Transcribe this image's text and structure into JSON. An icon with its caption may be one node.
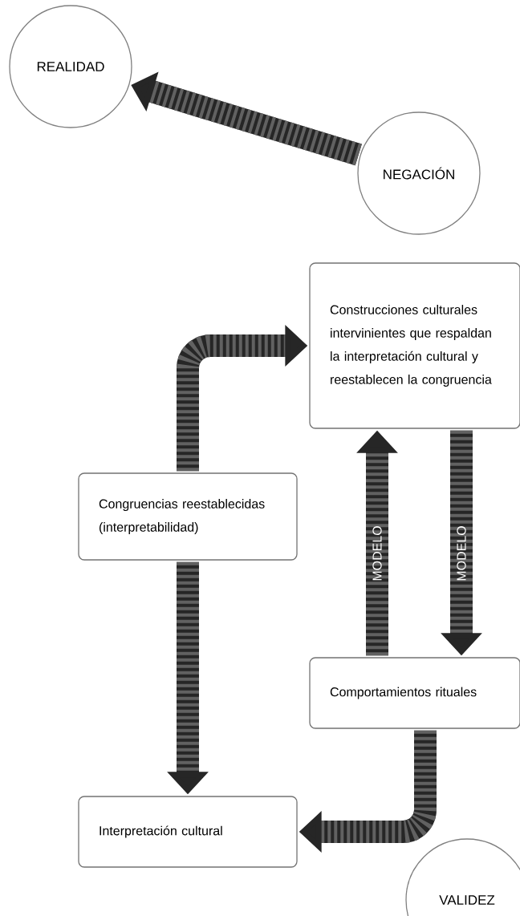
{
  "diagram": {
    "nodes": [
      {
        "text": [
          "REALIDAD"
        ]
      },
      {
        "text": [
          "NEGACIÓN"
        ]
      },
      {
        "text": [
          "Construcciones culturales intervinientes que respaldan la interpretación cultural y reestablecen la congruencia"
        ]
      },
      {
        "text": [
          "Congruencias reestablecidas (interpretabilidad)"
        ]
      },
      {
        "text": [
          "Comportamientos rituales"
        ]
      },
      {
        "text": [
          "Interpretación cultural"
        ]
      },
      {
        "text": [
          "VALIDEZ"
        ]
      }
    ],
    "edges": [
      {
        "from": 1,
        "to": 0,
        "arrow": "to"
      },
      {
        "from": 3,
        "to": 2,
        "arrow": "to"
      },
      {
        "from": 4,
        "to": 2,
        "arrow": "to",
        "label": "MODELO"
      },
      {
        "from": 2,
        "to": 4,
        "arrow": "to",
        "label": "MODELO"
      },
      {
        "from": 3,
        "to": 5,
        "arrow": "to"
      },
      {
        "from": 4,
        "to": 5,
        "arrow": "to"
      }
    ]
  }
}
